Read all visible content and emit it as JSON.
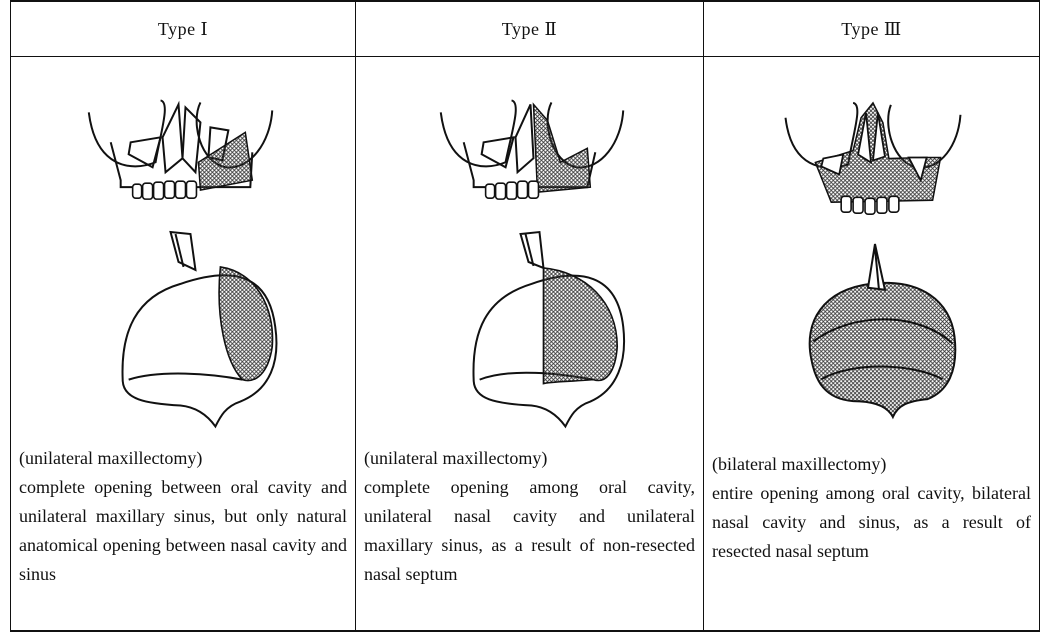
{
  "columns": [
    {
      "header": "Type Ⅰ",
      "subtitle": "(unilateral maxillectomy)",
      "description": "complete opening between oral cavity and unilateral maxillary sinus, but only natural anatomical opening between nasal cavity and sinus"
    },
    {
      "header": "Type Ⅱ",
      "subtitle": "(unilateral maxillectomy)",
      "description": "complete opening among oral cavity, unilateral nasal cavity and unilateral maxillary sinus, as a result of non-resected nasal septum"
    },
    {
      "header": "Type Ⅲ",
      "subtitle": "(bilateral maxillectomy)",
      "description": "entire opening among oral cavity, bilateral nasal cavity and sinus, as a result of resected nasal septum"
    }
  ],
  "colors": {
    "line": "#111111",
    "hatch": "#555555"
  }
}
